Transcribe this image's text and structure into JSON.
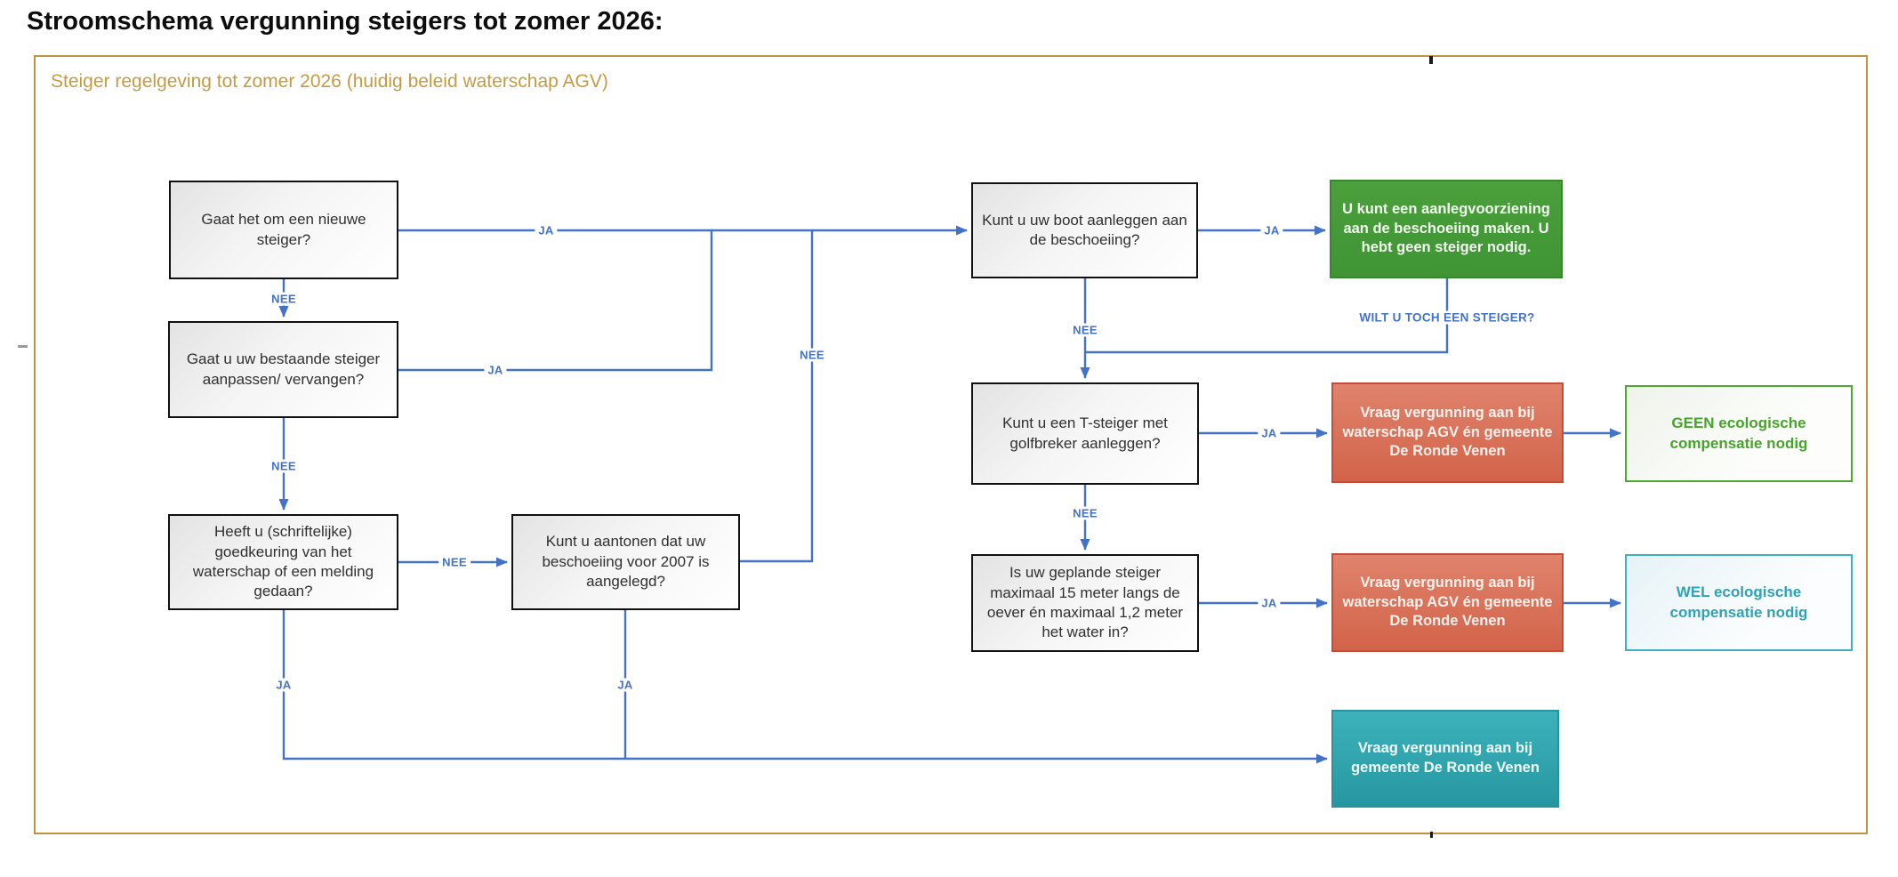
{
  "title": "Stroomschema vergunning steigers tot zomer 2026:",
  "frame": {
    "subtitle": "Steiger regelgeving tot zomer 2026 (huidig beleid waterschap AGV)"
  },
  "colors": {
    "connector_blue": "#4472C4",
    "frame_gold": "#BF9440",
    "subtitle_gold": "#C49B45",
    "question_border": "#101010",
    "result_green": "#429A37",
    "result_red": "#D6684F",
    "result_teal": "#2FA6B0",
    "outcome_green": "#4EA72E",
    "outcome_teal": "#3FB0C2"
  },
  "nodes": {
    "q_new": "Gaat het om een nieuwe steiger?",
    "q_exist": "Gaat u uw bestaande steiger aanpassen/ vervangen?",
    "q_approval": "Heeft u (schriftelijke) goedkeuring van het waterschap of een melding gedaan?",
    "q_2007": "Kunt u aantonen dat uw beschoeiing voor 2007 is aangelegd?",
    "q_boat": "Kunt u uw boot aanleggen aan de beschoeiing?",
    "q_tsteiger": "Kunt u een T-steiger met golfbreker aanleggen?",
    "q_15m": "Is uw geplande steiger maximaal 15 meter langs de oever én maximaal 1,2 meter het water in?",
    "r_green": "U kunt een aanlegvoorziening aan de beschoeiing maken. U hebt geen steiger nodig.",
    "r_red_1": "Vraag vergunning aan bij waterschap AGV én gemeente De Ronde Venen",
    "r_red_2": "Vraag vergunning aan bij waterschap AGV én gemeente De Ronde Venen",
    "r_teal": "Vraag vergunning aan bij gemeente De Ronde Venen",
    "o_geen": "GEEN ecologische compensatie nodig",
    "o_wel": "WEL ecologische compensatie nodig"
  },
  "edge_labels": {
    "ja_new": "JA",
    "ja_exist": "JA",
    "nee_new": "NEE",
    "nee_exist": "NEE",
    "nee_approval": "NEE",
    "nee_2007": "NEE",
    "ja_boat": "JA",
    "nee_boat": "NEE",
    "wilt_u_toch": "WILT U TOCH EEN STEIGER?",
    "nee_tsteiger": "NEE",
    "ja_tsteiger": "JA",
    "ja_15m": "JA",
    "ja_approval": "JA",
    "ja_2007": "JA"
  }
}
